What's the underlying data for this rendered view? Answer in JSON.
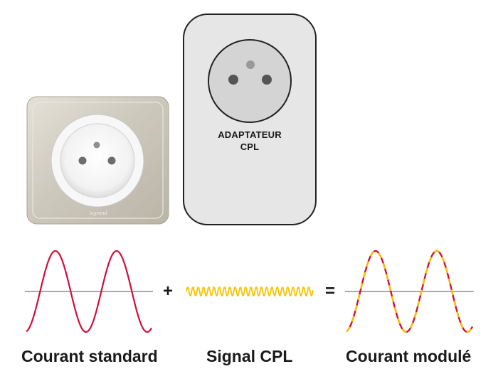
{
  "wall_socket": {
    "brand": "legrand"
  },
  "adapter": {
    "label_line1": "ADAPTATEUR",
    "label_line2": "CPL"
  },
  "equation": {
    "plus": "+",
    "equals": "=",
    "standard_label": "Courant standard",
    "signal_label": "Signal CPL",
    "modulated_label": "Courant modulé"
  },
  "colors": {
    "sine_red": "#d0103a",
    "signal_yellow": "#f5c400",
    "axis": "#555555",
    "adapter_body": "#e6e6e6",
    "adapter_border": "#222222",
    "plate_metal": "#cfcabd"
  }
}
